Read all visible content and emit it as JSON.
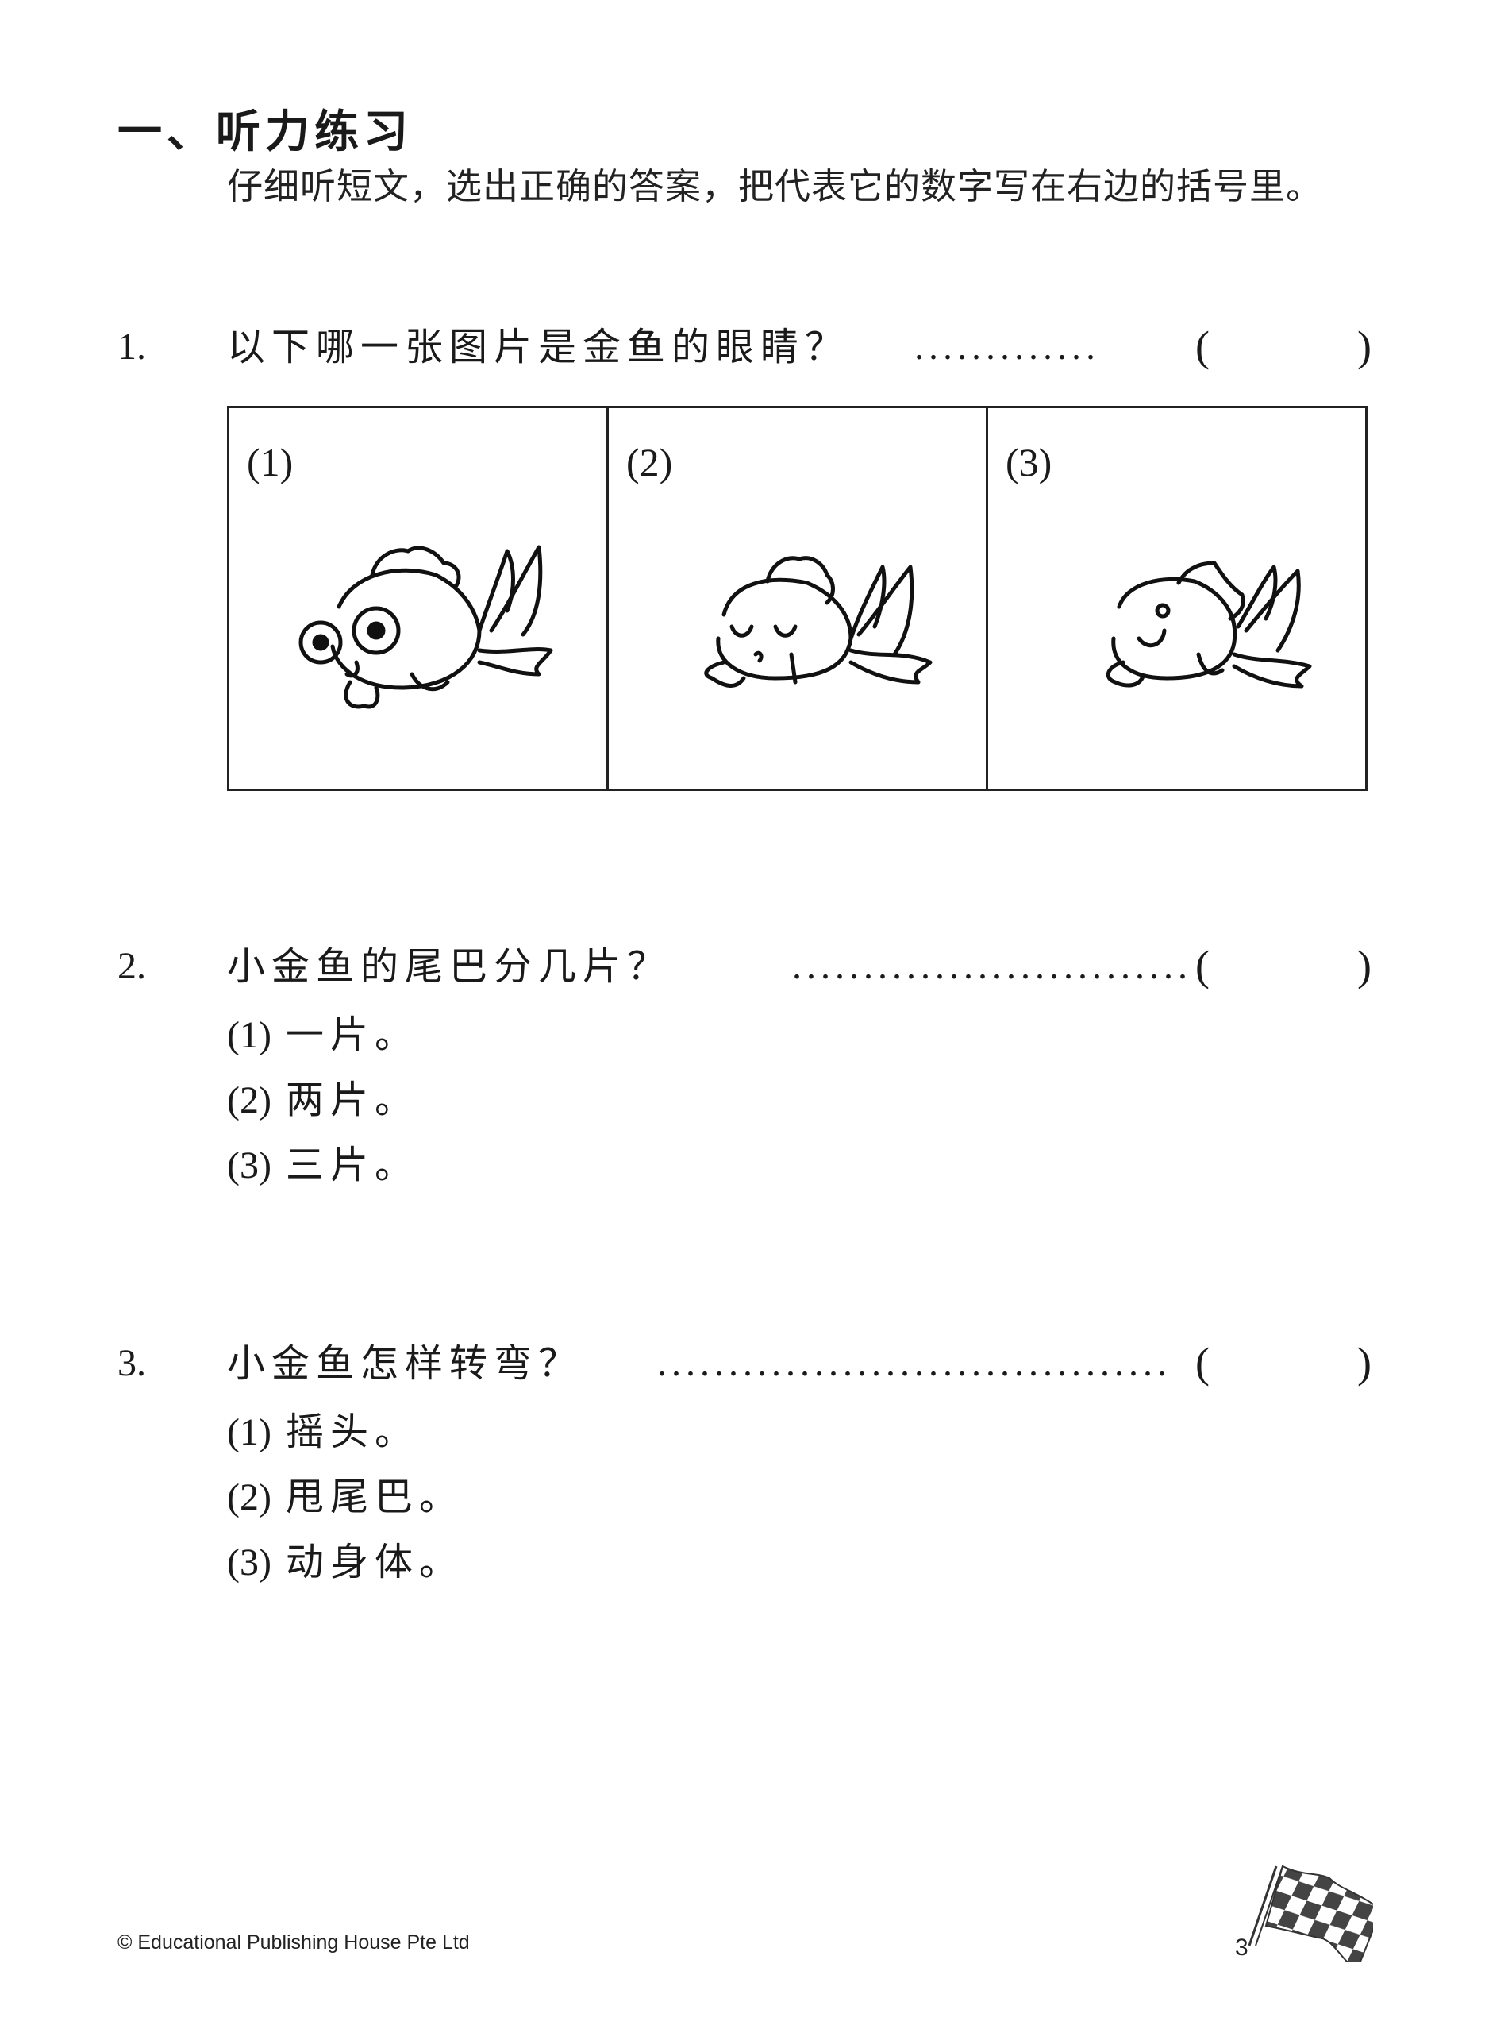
{
  "section": {
    "number": "一、",
    "title": "听力练习",
    "instruction": "仔细听短文，选出正确的答案，把代表它的数字写在右边的括号里。"
  },
  "questions": [
    {
      "number": "1.",
      "text": "以下哪一张图片是金鱼的眼睛？",
      "leader": ".............",
      "bracket_open": "(",
      "bracket_close": ")",
      "answer": "",
      "pictures": [
        {
          "label": "(1)",
          "icon": "goldfish-big-eyes-icon"
        },
        {
          "label": "(2)",
          "icon": "goldfish-closed-eyes-icon"
        },
        {
          "label": "(3)",
          "icon": "goldfish-small-eye-icon"
        }
      ]
    },
    {
      "number": "2.",
      "text": "小金鱼的尾巴分几片？",
      "leader": "............................",
      "bracket_open": "(",
      "bracket_close": ")",
      "answer": "",
      "options": [
        {
          "label": "(1)",
          "text": "一片。"
        },
        {
          "label": "(2)",
          "text": "两片。"
        },
        {
          "label": "(3)",
          "text": "三片。"
        }
      ]
    },
    {
      "number": "3.",
      "text": "小金鱼怎样转弯？",
      "leader": "....................................",
      "bracket_open": "(",
      "bracket_close": ")",
      "answer": "",
      "options": [
        {
          "label": "(1)",
          "text": "摇头。"
        },
        {
          "label": "(2)",
          "text": "甩尾巴。"
        },
        {
          "label": "(3)",
          "text": "动身体。"
        }
      ]
    }
  ],
  "footer": {
    "copyright": "© Educational Publishing House Pte Ltd",
    "page_number": "3",
    "icon": "checkered-flag-icon"
  }
}
